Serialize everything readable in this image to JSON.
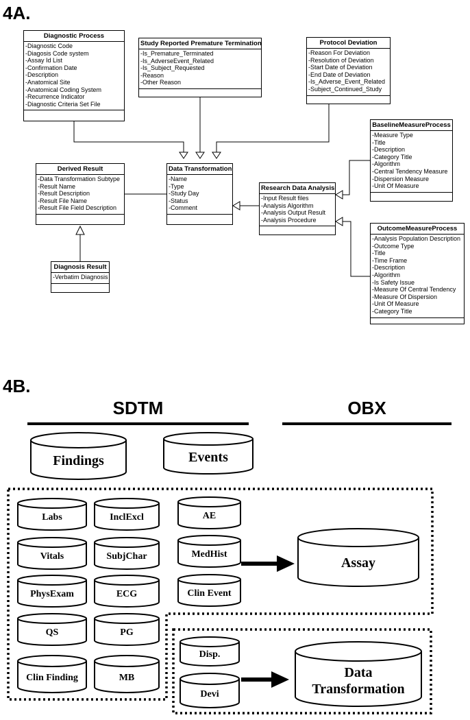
{
  "fig_a_label": "4A.",
  "fig_b_label": "4B.",
  "diagram_a": {
    "diagnostic_process": {
      "title": "Diagnostic Process",
      "attributes": [
        "-Diagnostic Code",
        "-Diagosis Code system",
        "-Assay Id List",
        "-Confirmation Date",
        "-Description",
        "-Anatomical Site",
        "-Anatomical Coding System",
        "-Recurrence Indicator",
        "-Diagnostic Criteria Set File"
      ]
    },
    "premature_termination": {
      "title": "Study Reported Premature Termination",
      "attributes": [
        "-Is_Premature_Terminated",
        "-Is_AdverseEvent_Related",
        "-Is_Subject_Requested",
        "-Reason",
        "-Other Reason"
      ]
    },
    "protocol_deviation": {
      "title": "Protocol Deviation",
      "attributes": [
        "-Reason For Deviation",
        "-Resolution of Deviation",
        "-Start Date of Deviation",
        "-End Date of Deviation",
        "-Is_Adverse_Event_Related",
        "-Subject_Continued_Study"
      ]
    },
    "baseline_measure": {
      "title": "BaselineMeasureProcess",
      "attributes": [
        "-Measure Type",
        "-Title",
        "-Description",
        "-Category Title",
        "-Algorithm",
        "-Central Tendency Measure",
        "-Dispersion Measure",
        "-Unit Of Measure"
      ]
    },
    "derived_result": {
      "title": "Derived Result",
      "attributes": [
        "-Data Transformation Subtype",
        "-Result Name",
        "-Result Description",
        "-Result File Name",
        "-Result File Field Description"
      ]
    },
    "data_transformation": {
      "title": "Data Transformation",
      "attributes": [
        "-Name",
        "-Type",
        "-Study Day",
        "-Status",
        "-Comment"
      ]
    },
    "research_data_analysis": {
      "title": "Research Data Analysis",
      "attributes": [
        "-Input Result files",
        "-Analysis Algorithm",
        "-Analysis Output Result",
        "-Analysis Procedure"
      ]
    },
    "outcome_measure": {
      "title": "OutcomeMeasureProcess",
      "attributes": [
        "-Analysis Population Description",
        "-Outcome Type",
        "-Title",
        "-Time Frame",
        "-Description",
        "-Algorithm",
        "-Is Safety Issue",
        "-Measure Of Central Tendency",
        "-Measure Of Dispersion",
        "-Unit Of Measure",
        "-Category Title"
      ]
    },
    "diagnosis_result": {
      "title": "Diagnosis Result",
      "attributes": [
        "-Verbatim Diagnosis"
      ]
    }
  },
  "diagram_b": {
    "sdtm_label": "SDTM",
    "obx_label": "OBX",
    "findings": "Findings",
    "events": "Events",
    "labs": "Labs",
    "inclexcl": "InclExcl",
    "ae": "AE",
    "vitals": "Vitals",
    "subjchar": "SubjChar",
    "medhist": "MedHist",
    "physexam": "PhysExam",
    "ecg": "ECG",
    "clin_event": "Clin Event",
    "qs": "QS",
    "pg": "PG",
    "clin_finding": "Clin Finding",
    "mb": "MB",
    "disp": "Disp.",
    "devi": "Devi",
    "assay": "Assay",
    "data_transformation_line1": "Data",
    "data_transformation_line2": "Transformation"
  }
}
